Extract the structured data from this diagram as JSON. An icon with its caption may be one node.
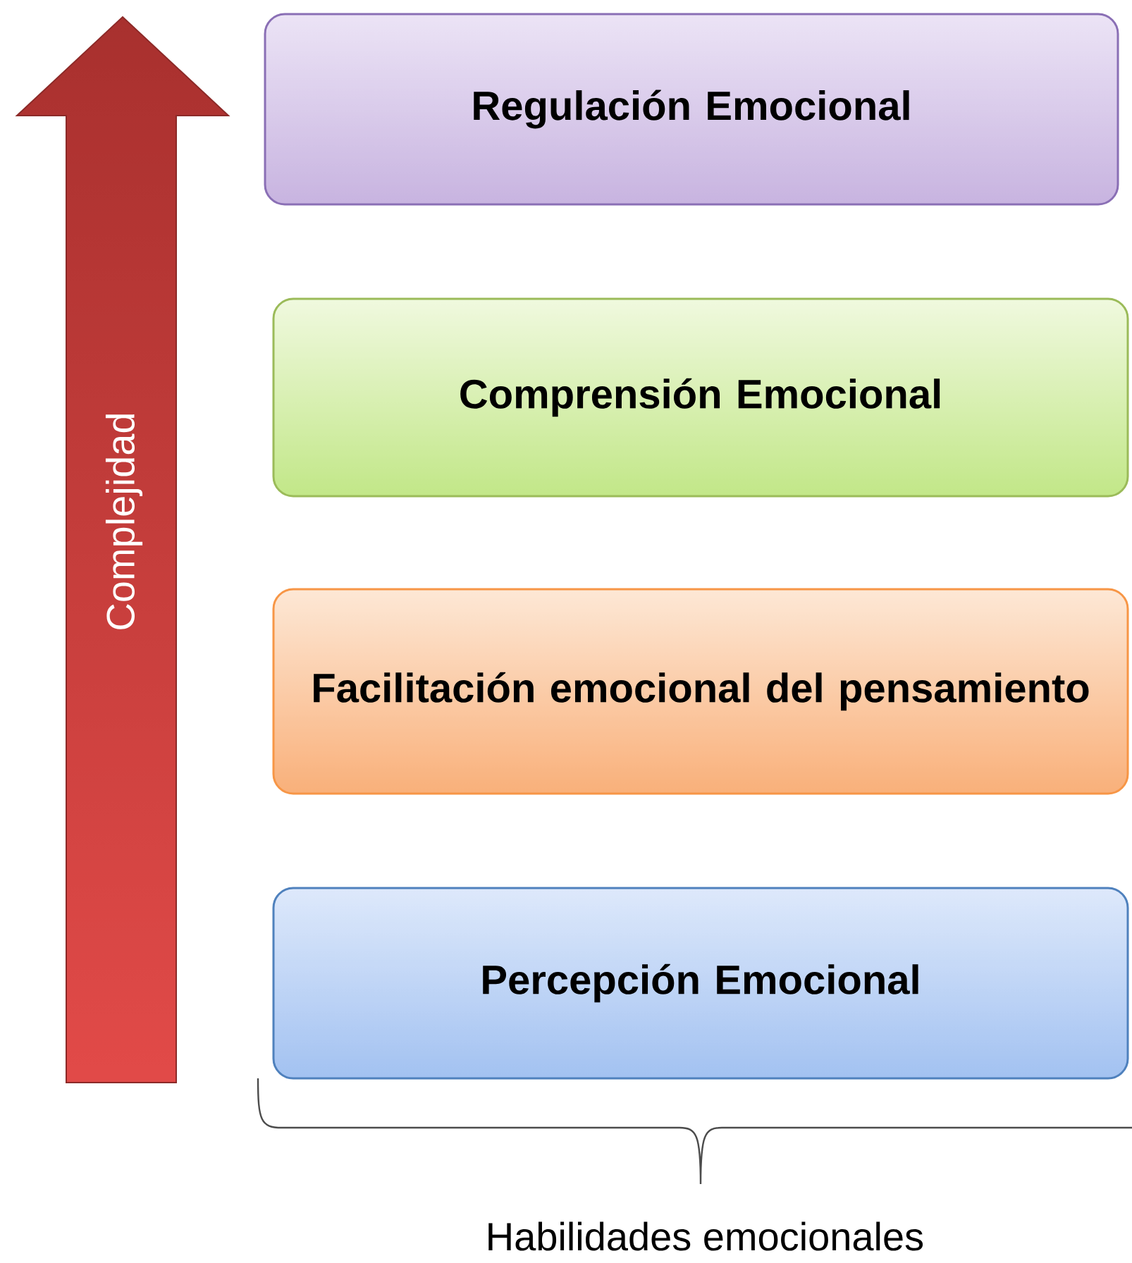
{
  "diagram": {
    "nodes": [
      {
        "text": [
          "Complejidad"
        ]
      },
      {
        "text": [
          "Regulación Emocional"
        ]
      },
      {
        "text": [
          "Comprensión Emocional"
        ]
      },
      {
        "text": [
          "Facilitación emocional del pensamiento"
        ]
      },
      {
        "text": [
          "Percepción Emocional"
        ]
      }
    ],
    "labels": [
      "Habilidades emocionales"
    ]
  }
}
